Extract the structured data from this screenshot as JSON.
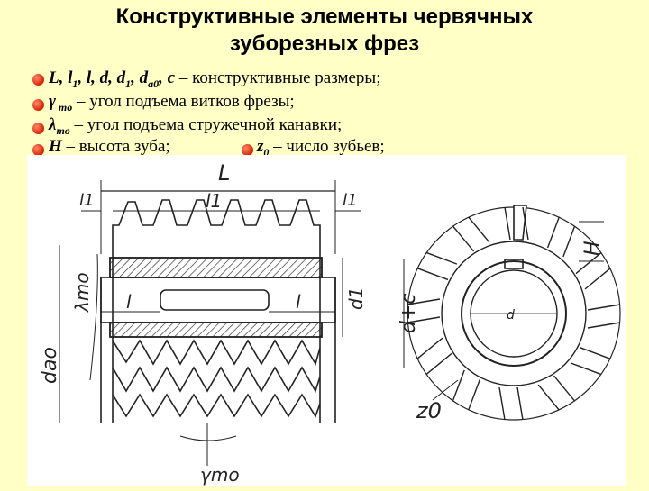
{
  "title": {
    "line1": "Конструктивные элементы червячных",
    "line2": "зуборезных фрез"
  },
  "bullets": [
    {
      "symbol": "L, l1, l, d, d1, da0, c",
      "text": "– конструктивные размеры;"
    },
    {
      "symbol": "γmo",
      "text": "– угол подъема витков фрезы;"
    },
    {
      "symbol": "λmo",
      "text": "– угол подъема стружечной канавки;"
    },
    {
      "symbol": "H",
      "text": "– высота зуба;"
    },
    {
      "symbol": "z0",
      "text": "– число зубьев;"
    }
  ],
  "drawing_labels": {
    "L": "L",
    "l1_left": "l1",
    "l1_mid": "l1",
    "l1_right": "l1",
    "l_left": "l",
    "l_right": "l",
    "d1": "d1",
    "dao": "dao",
    "lambda": "λmo",
    "gamma": "γmo",
    "H": "H",
    "d_c": "d+c",
    "d": "d",
    "z0": "z0"
  },
  "colors": {
    "background": "#ffffc6",
    "bullet": "#d62000",
    "drawing_bg": "#ffffff"
  }
}
